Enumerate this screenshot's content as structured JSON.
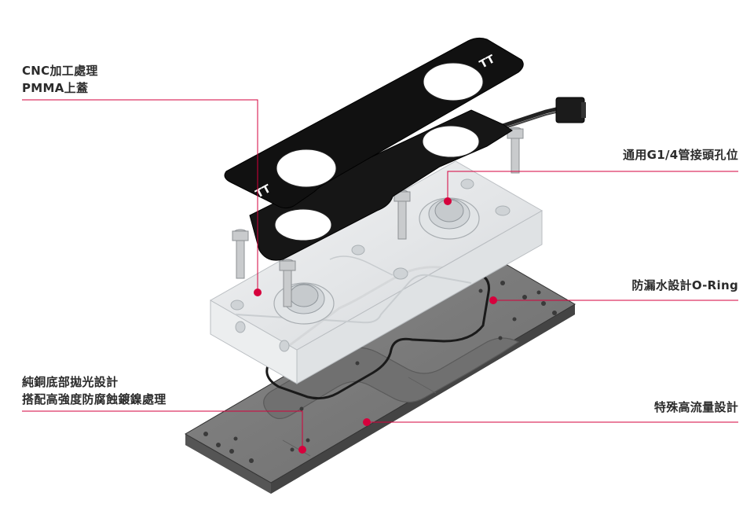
{
  "callouts": {
    "top_cover": {
      "line1": "CNC加工處理",
      "line2": "PMMA上蓋"
    },
    "fitting_ports": {
      "text": "通用G1/4管接頭孔位"
    },
    "o_ring": {
      "text": "防漏水設計O-Ring"
    },
    "copper_base": {
      "line1": "純銅底部拋光設計",
      "line2": "搭配高強度防腐蝕鍍鎳處理"
    },
    "high_flow": {
      "text": "特殊高流量設計"
    }
  },
  "colors": {
    "accent": "#d6003c",
    "plate": "#111111",
    "acrylic": "#e6e8ea",
    "base": "#777777",
    "label_text": "#2b2b2b"
  }
}
